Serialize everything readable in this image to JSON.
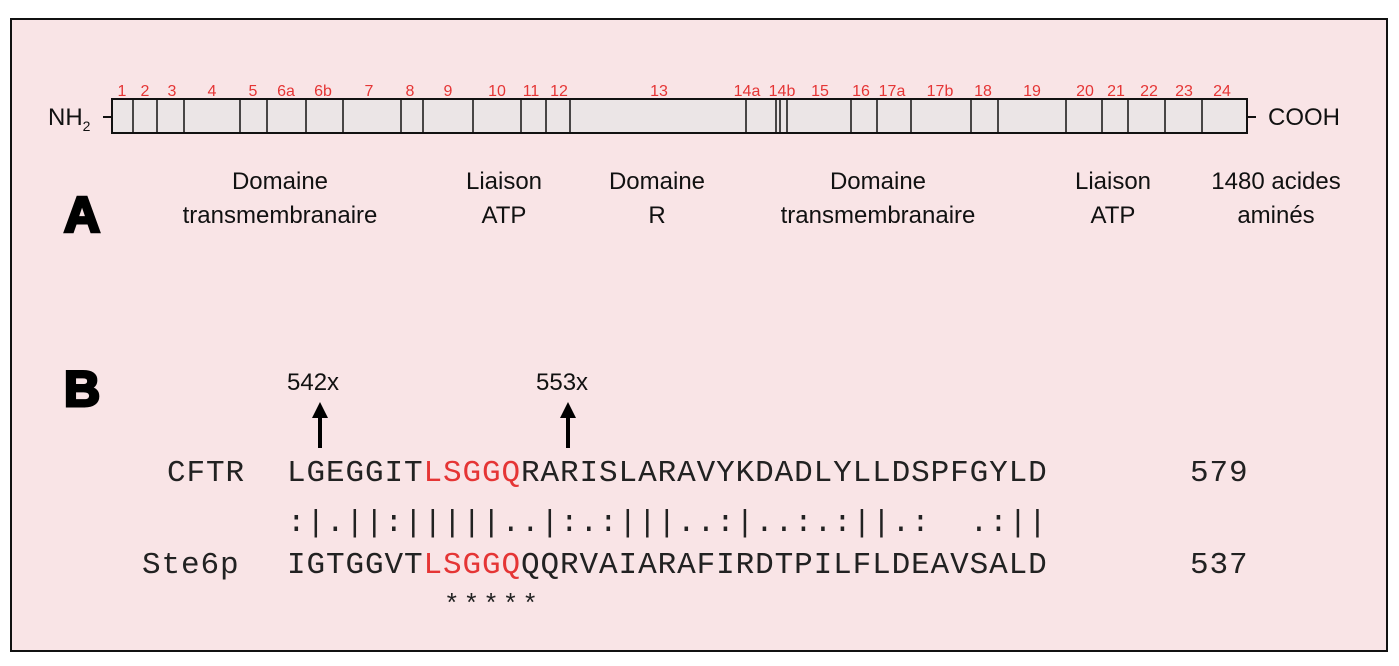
{
  "terminals": {
    "n": "NH",
    "n_sub": "2",
    "c": "COOH"
  },
  "exons": [
    "1",
    "2",
    "3",
    "4",
    "5",
    "6a",
    "6b",
    "7",
    "8",
    "9",
    "10",
    "11",
    "12",
    "13",
    "14a",
    "14b",
    "15",
    "16",
    "17a",
    "17b",
    "18",
    "19",
    "20",
    "21",
    "22",
    "23",
    "24"
  ],
  "panel_a": {
    "label": "A",
    "domains": [
      {
        "line1": "Domaine",
        "line2": "transmembranaire"
      },
      {
        "line1": "Liaison",
        "line2": "ATP"
      },
      {
        "line1": "Domaine",
        "line2": "R"
      },
      {
        "line1": "Domaine",
        "line2": "transmembranaire"
      },
      {
        "line1": "Liaison",
        "line2": "ATP"
      },
      {
        "line1": "1480 acides",
        "line2": "aminés"
      }
    ]
  },
  "panel_b": {
    "label": "B",
    "markers": [
      "542x",
      "553x"
    ],
    "rows": [
      {
        "name": "CFTR",
        "pre": "LGEGGIT",
        "motif": "LSGGQ",
        "post": "RARISLARAVYKDADLYLLDSPFGYLD",
        "end": "579"
      },
      {
        "name": "",
        "pre": ":|.||:|||||..|:.:|||..:|..:.:||.:  .:||",
        "motif": "",
        "post": "",
        "end": ""
      },
      {
        "name": "Ste6p",
        "pre": "IGTGGVT",
        "motif": "LSGGQ",
        "post": "QQRVAIARAFIRDTPILFLDEAVSALD",
        "end": "537"
      }
    ],
    "stars": "*****"
  },
  "colors": {
    "exon_label": "#e53535",
    "motif": "#e53535",
    "bar_fill": "#ebe5e6",
    "panel_bg": "#f9e4e6"
  }
}
